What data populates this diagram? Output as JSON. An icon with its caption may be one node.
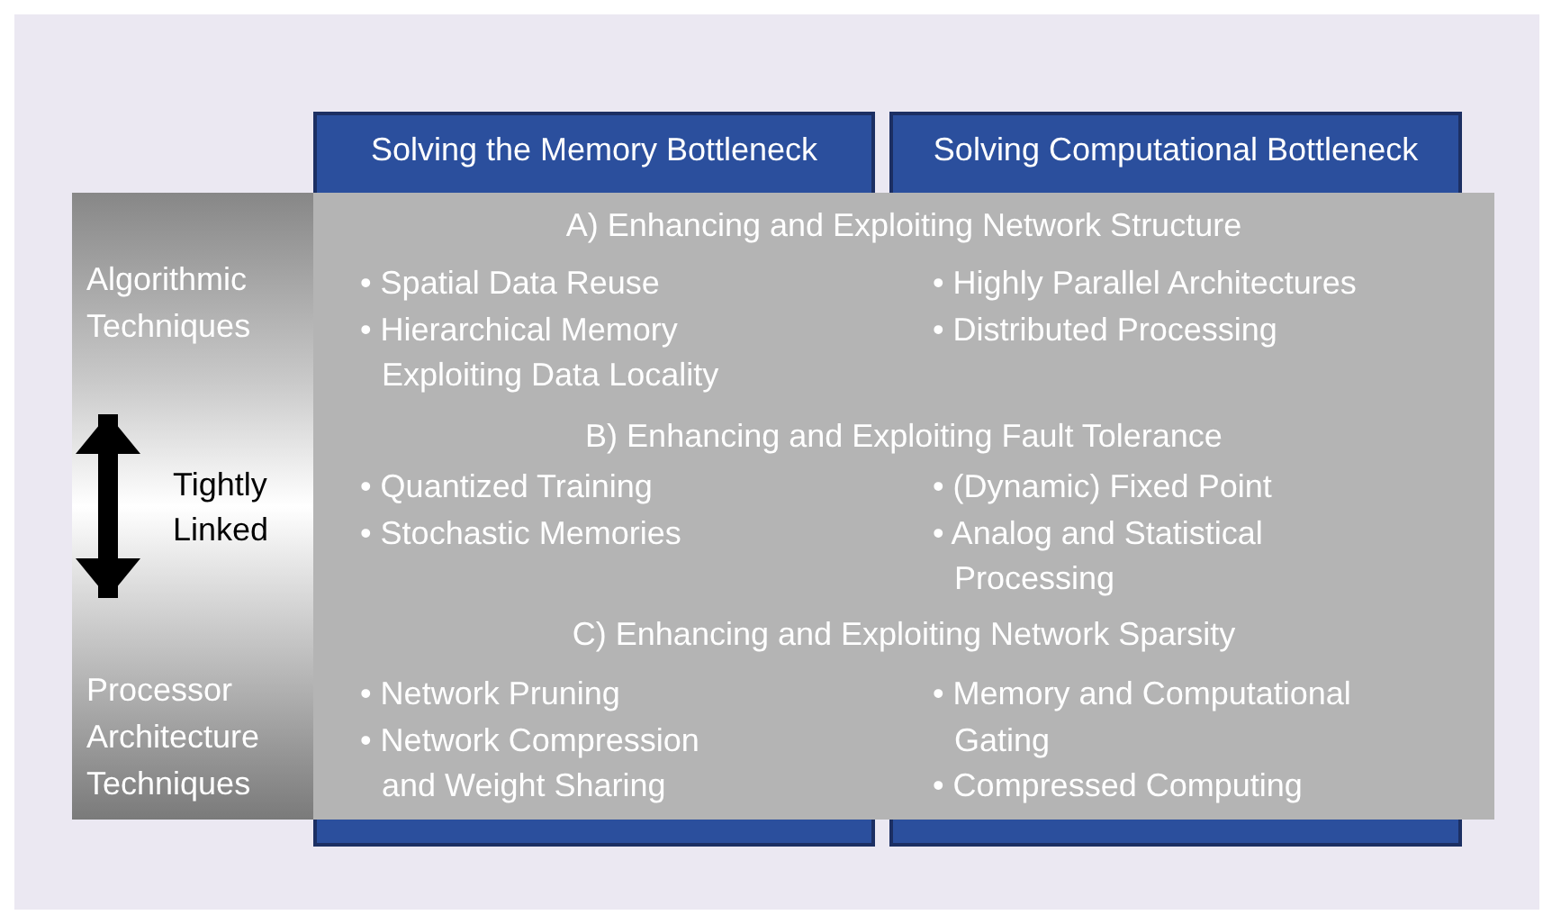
{
  "diagram": {
    "nodes": [
      {
        "text": [
          "Solving the Memory Bottleneck"
        ]
      },
      {
        "text": [
          "Solving Computational Bottleneck"
        ]
      },
      {
        "text": [],
        "shape": "bar"
      },
      {
        "text": [
          "Algorithmic Techniques"
        ],
        "in": 2
      },
      {
        "text": [
          "Processor Architecture Techniques"
        ],
        "in": 2
      },
      {
        "text": [
          "A) Enhancing and Exploiting Network Structure",
          "B) Enhancing and Exploiting Fault Tolerance",
          "C) Enhancing and Exploiting Network Sparsity"
        ]
      }
    ],
    "edges": [
      {
        "from": 3,
        "to": 4,
        "arrow": "both",
        "label": "Tightly Linked"
      }
    ],
    "labels": [
      "• Spatial Data Reuse",
      "• Hierarchical Memory Exploiting Data Locality",
      "• Highly Parallel Architectures",
      "• Distributed Processing",
      "• Quantized Training",
      "• Stochastic Memories",
      "• (Dynamic) Fixed Point",
      "• Analog and Statistical Processing",
      "• Network Pruning",
      "• Network Compression and Weight Sharing",
      "• Memory and Computational Gating",
      "• Compressed Computing"
    ]
  }
}
